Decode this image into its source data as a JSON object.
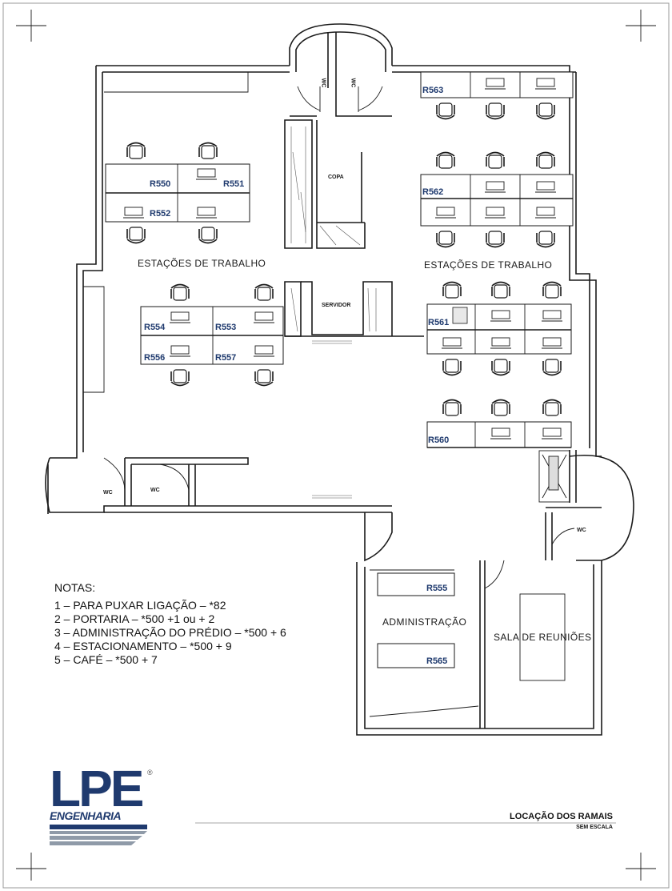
{
  "rooms": {
    "workstations_left": "ESTAÇÕES DE TRABALHO",
    "workstations_right": "ESTAÇÕES DE TRABALHO",
    "copa": "COPA",
    "server": "SERVIDOR",
    "administration": "ADMINISTRAÇÃO",
    "meeting_room": "SALA DE REUNIÕES",
    "wc": "WC"
  },
  "extensions": [
    "R550",
    "R551",
    "R552",
    "R554",
    "R553",
    "R556",
    "R557",
    "R563",
    "R562",
    "R561",
    "R560",
    "R555",
    "R565"
  ],
  "notes": {
    "title": "NOTAS:",
    "items": [
      "1 – PARA PUXAR LIGAÇÃO – *82",
      "2 – PORTARIA – *500 +1 ou + 2",
      "3 – ADMINISTRAÇÃO DO PRÉDIO – *500 + 6",
      "4 – ESTACIONAMENTO – *500 + 9",
      "5 – CAFÉ – *500 + 7"
    ]
  },
  "logo": {
    "name": "LPE",
    "subtitle": "ENGENHARIA",
    "registered": "®",
    "colors": {
      "primary": "#1f3a6e",
      "stripe": "#8f9aa8"
    }
  },
  "titleblock": {
    "title": "LOCAÇÃO DOS RAMAIS",
    "scale": "SEM ESCALA"
  },
  "colors": {
    "extension_text": "#1f3a6e",
    "line": "#1a1a1a"
  }
}
